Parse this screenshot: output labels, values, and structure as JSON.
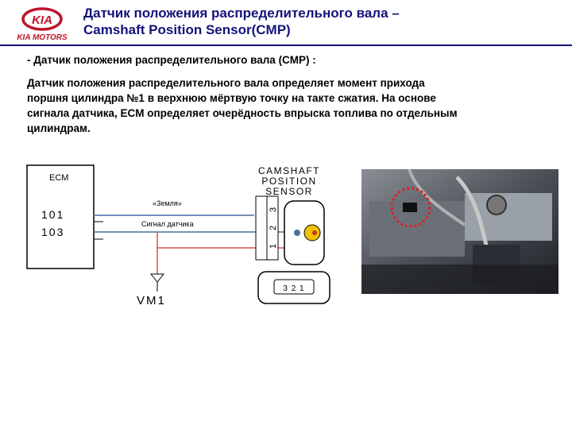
{
  "header": {
    "brand": "KIA MOTORS",
    "logo_text": "KIA",
    "title_line1": "Датчик положения распределительного вала –",
    "title_line2": "Camshaft Position Sensor(CMP)"
  },
  "subtitle": "- Датчик положения распределительного вала (CMP)  :",
  "description": [
    "Датчик положения распределительного вала определяет момент прихода",
    "поршня цилиндра №1 в верхнюю мёртвую точку на такте сжатия. На основе",
    "сигнала датчика, ECM определяет очерёдность впрыска топлива по отдельным",
    "цилиндрам."
  ],
  "schematic": {
    "ecm_label": "ECM",
    "pin_top": "101",
    "pin_bottom": "103",
    "ground_label": "«Земля»",
    "signal_label": "Сигнал датчика",
    "sensor_label": [
      "CAMSHAFT",
      "POSITION",
      "SENSOR"
    ],
    "connector_pins": [
      "3",
      "2",
      "1"
    ],
    "connector_face_pins": "3 2 1",
    "supply_label": "VM1",
    "wire_red": "#e05050",
    "wire_blue": "#4a6fa5"
  },
  "brand_color": "#13137a",
  "logo_color": "#c0152a"
}
